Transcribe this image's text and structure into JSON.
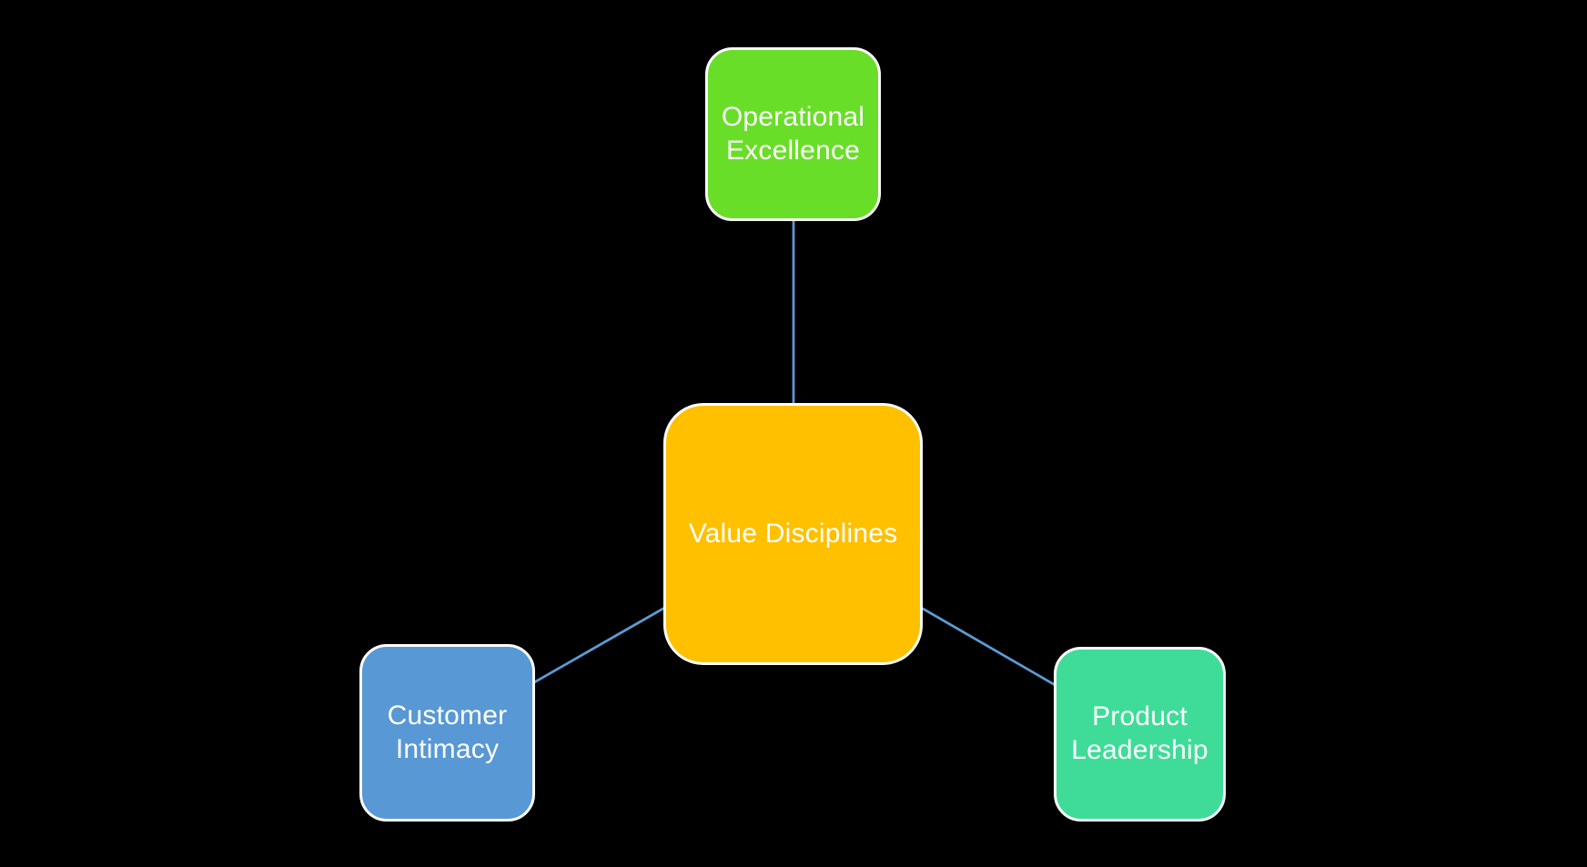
{
  "canvas": {
    "background": "#000000"
  },
  "connectors": {
    "color": "#5B9BD5"
  },
  "nodes": {
    "center": {
      "label": "Value Disciplines",
      "color": "#FFC000",
      "text_color": "#FFFFFF"
    },
    "top": {
      "label": "Operational\nExcellence",
      "color": "#69DE28",
      "text_color": "#FFFFFF"
    },
    "bottom_left": {
      "label": "Customer\nIntimacy",
      "color": "#5898D4",
      "text_color": "#FFFFFF"
    },
    "bottom_right": {
      "label": "Product\nLeadership",
      "color": "#3FDC99",
      "text_color": "#FFFFFF"
    }
  }
}
